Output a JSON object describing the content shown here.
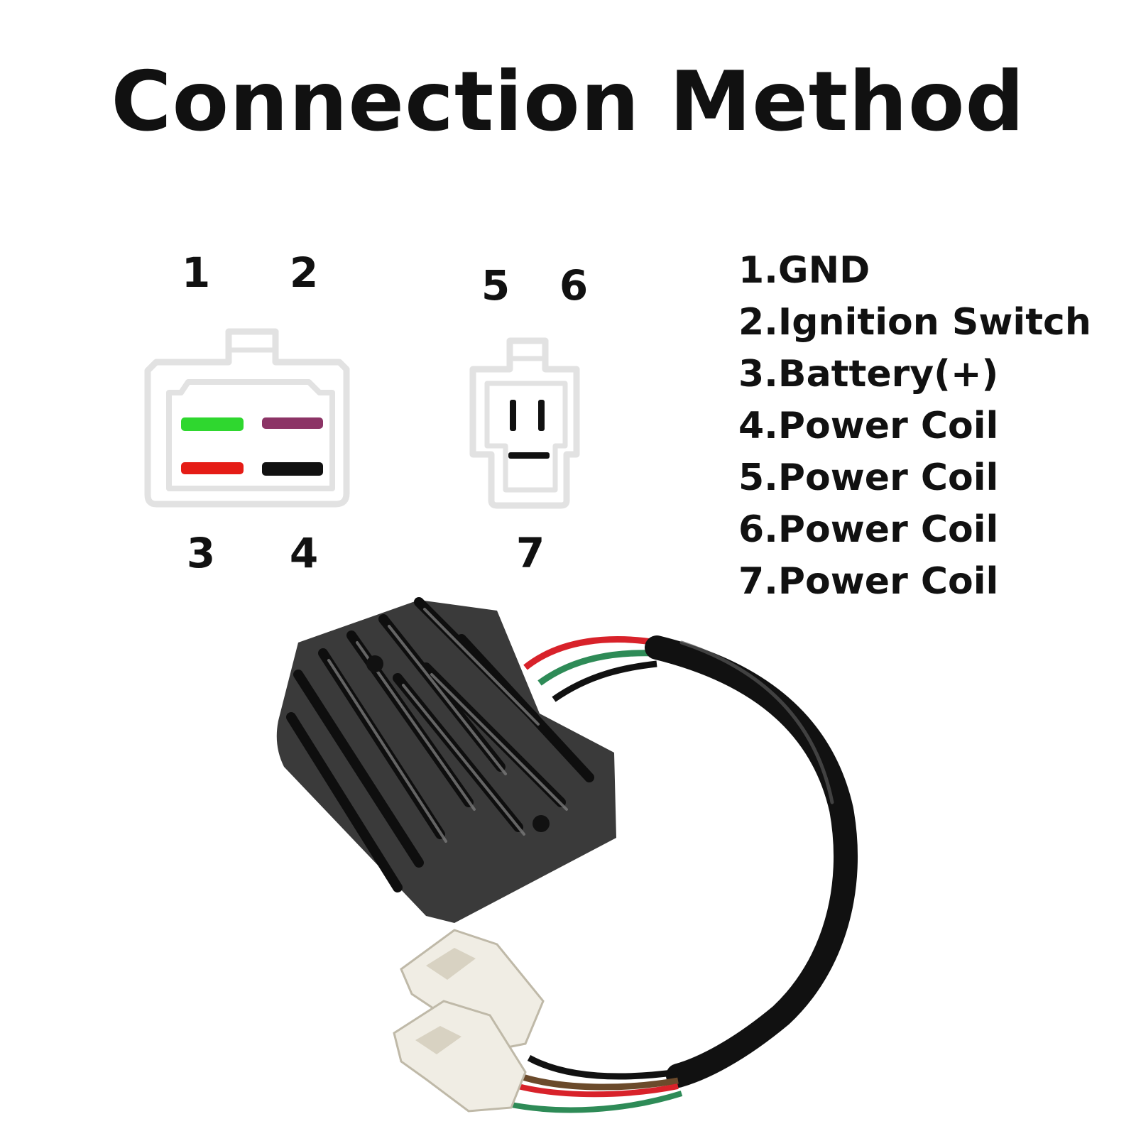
{
  "title": "Connection Method",
  "connector_a": {
    "pins": [
      {
        "number": "1",
        "color": "#2fd72f"
      },
      {
        "number": "2",
        "color": "#8c3466"
      },
      {
        "number": "3",
        "color": "#e51c16"
      },
      {
        "number": "4",
        "color": "#111111"
      }
    ]
  },
  "connector_b": {
    "pins": [
      {
        "number": "5"
      },
      {
        "number": "6"
      },
      {
        "number": "7"
      }
    ]
  },
  "legend": [
    "1.GND",
    "2.Ignition Switch",
    "3.Battery(+)",
    "4.Power Coil",
    "5.Power Coil",
    "6.Power Coil",
    "7.Power Coil"
  ],
  "colors": {
    "outline": "#e2e2e2",
    "heatsink": "#3a3a3a",
    "cable": "#111111",
    "plug": "#f0ede4",
    "wire_red": "#d8222a",
    "wire_green": "#2e8b57",
    "wire_brown": "#6b4a2b"
  }
}
